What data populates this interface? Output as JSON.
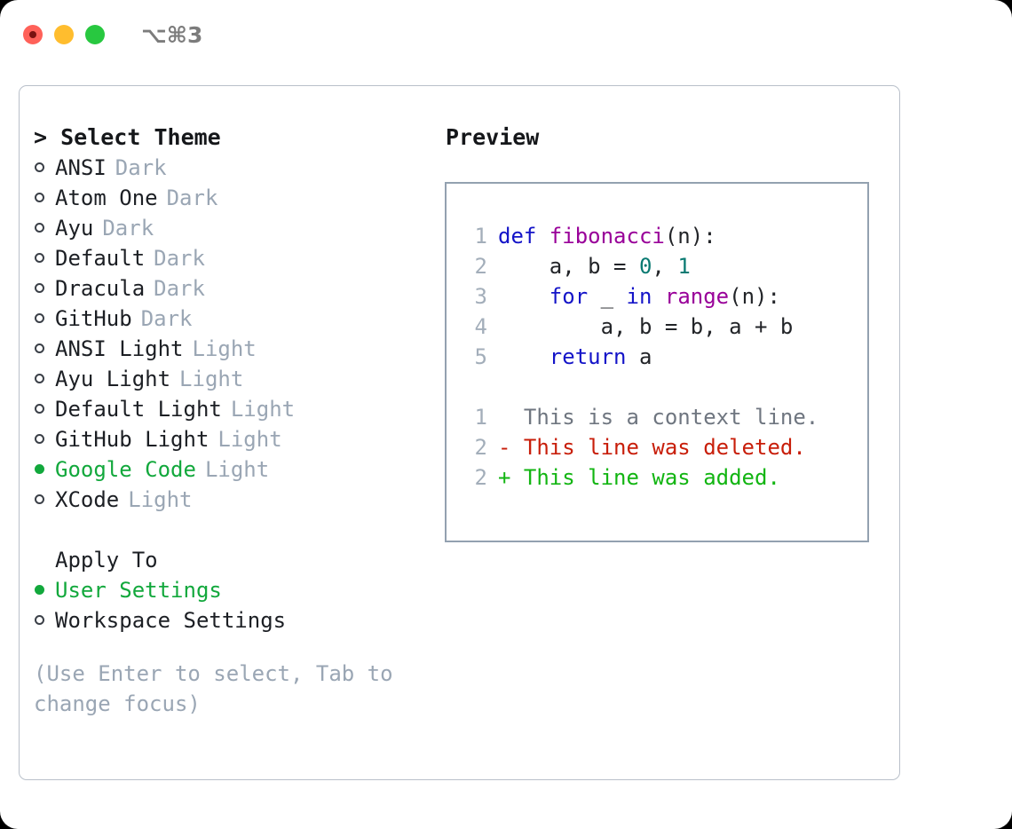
{
  "titlebar": {
    "shortcut": "⌥⌘3",
    "dots": [
      "close",
      "minimize",
      "maximize"
    ]
  },
  "theme_panel": {
    "heading": "> Select Theme",
    "items": [
      {
        "name": "ANSI",
        "kind": "Dark",
        "selected": false
      },
      {
        "name": "Atom One",
        "kind": "Dark",
        "selected": false
      },
      {
        "name": "Ayu",
        "kind": "Dark",
        "selected": false
      },
      {
        "name": "Default",
        "kind": "Dark",
        "selected": false
      },
      {
        "name": "Dracula",
        "kind": "Dark",
        "selected": false
      },
      {
        "name": "GitHub",
        "kind": "Dark",
        "selected": false
      },
      {
        "name": "ANSI Light",
        "kind": "Light",
        "selected": false
      },
      {
        "name": "Ayu Light",
        "kind": "Light",
        "selected": false
      },
      {
        "name": "Default Light",
        "kind": "Light",
        "selected": false
      },
      {
        "name": "GitHub Light",
        "kind": "Light",
        "selected": false
      },
      {
        "name": "Google Code",
        "kind": "Light",
        "selected": true
      },
      {
        "name": "XCode",
        "kind": "Light",
        "selected": false
      }
    ],
    "apply_to": {
      "label": "Apply To",
      "options": [
        {
          "name": "User Settings",
          "selected": true
        },
        {
          "name": "Workspace Settings",
          "selected": false
        }
      ]
    },
    "hint": "(Use Enter to select, Tab to change focus)"
  },
  "preview": {
    "title": "Preview",
    "code_lines": [
      {
        "no": "1",
        "tokens": [
          {
            "t": "def ",
            "c": "kw"
          },
          {
            "t": "fibonacci",
            "c": "fn"
          },
          {
            "t": "(n):",
            "c": "plain"
          }
        ]
      },
      {
        "no": "2",
        "tokens": [
          {
            "t": "    a, b = ",
            "c": "plain"
          },
          {
            "t": "0",
            "c": "num"
          },
          {
            "t": ", ",
            "c": "plain"
          },
          {
            "t": "1",
            "c": "num"
          }
        ]
      },
      {
        "no": "3",
        "tokens": [
          {
            "t": "    ",
            "c": "plain"
          },
          {
            "t": "for",
            "c": "kw"
          },
          {
            "t": " _ ",
            "c": "plain"
          },
          {
            "t": "in",
            "c": "kw"
          },
          {
            "t": " ",
            "c": "plain"
          },
          {
            "t": "range",
            "c": "fn"
          },
          {
            "t": "(n):",
            "c": "plain"
          }
        ]
      },
      {
        "no": "4",
        "tokens": [
          {
            "t": "        a, b = b, a + b",
            "c": "plain"
          }
        ]
      },
      {
        "no": "5",
        "tokens": [
          {
            "t": "    ",
            "c": "plain"
          },
          {
            "t": "return",
            "c": "kw"
          },
          {
            "t": " a",
            "c": "plain"
          }
        ]
      }
    ],
    "diff_lines": [
      {
        "no": "1",
        "marker": " ",
        "text": " This is a context line.",
        "kind": "ctx"
      },
      {
        "no": "2",
        "marker": "-",
        "text": " This line was deleted.",
        "kind": "del"
      },
      {
        "no": "2",
        "marker": "+",
        "text": " This line was added.",
        "kind": "add"
      }
    ]
  },
  "colors": {
    "accent_green": "#12a83c",
    "muted": "#9aa6b4",
    "border": "#93a1b0",
    "panel_border": "#b9c0ca",
    "keyword": "#1414c8",
    "function": "#990099",
    "number": "#0a7a72",
    "diff_delete": "#c81e0a",
    "diff_add": "#12b512",
    "dot_red": "#ff6159",
    "dot_yellow": "#ffbd2e",
    "dot_green": "#28c840"
  }
}
